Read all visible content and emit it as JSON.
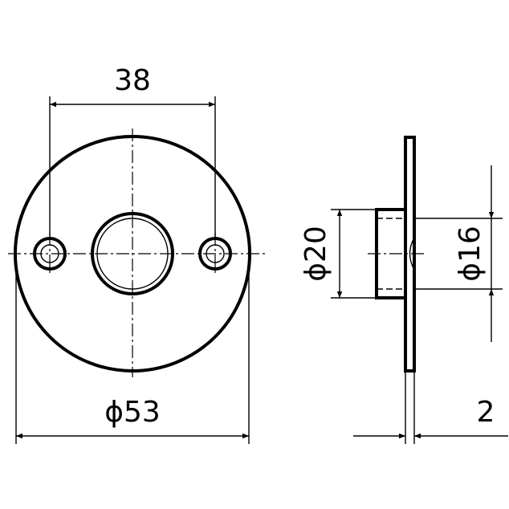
{
  "drawing": {
    "dimensions": {
      "hole_spacing": "38",
      "outer_diameter": "ϕ53",
      "boss_diameter": "ϕ20",
      "bore_diameter": "ϕ16",
      "plate_thickness": "2"
    }
  }
}
